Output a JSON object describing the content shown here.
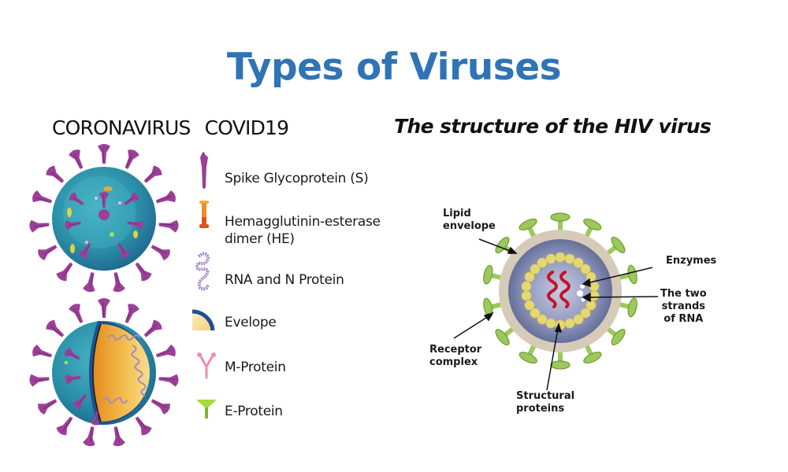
{
  "title": "Types of Viruses",
  "coronavirus": {
    "heading_left": "CORONAVIRUS",
    "heading_right": "COVID19",
    "legend": [
      {
        "icon": "spike-glycoprotein-icon",
        "label": "Spike Glycoprotein (S)"
      },
      {
        "icon": "hemagglutinin-esterase-icon",
        "label_line1": "Hemagglutinin-esterase",
        "label_line2": "dimer (HE)"
      },
      {
        "icon": "rna-n-protein-icon",
        "label": "RNA and N Protein"
      },
      {
        "icon": "envelope-icon",
        "label": "Evelope"
      },
      {
        "icon": "m-protein-icon",
        "label": "M-Protein"
      },
      {
        "icon": "e-protein-icon",
        "label": "E-Protein"
      }
    ],
    "colors": {
      "body": "#2a8fa8",
      "spike": "#9b3f98",
      "core": "#f0b445",
      "envelope": "#1f4f8f"
    }
  },
  "hiv": {
    "heading": "The structure of the HIV virus",
    "labels": {
      "lipid_line1": "Lipid",
      "lipid_line2": "envelope",
      "enzymes": "Enzymes",
      "rna_line1": "The two",
      "rna_line2": "strands",
      "rna_line3": "of RNA",
      "receptor_line1": "Receptor",
      "receptor_line2": "complex",
      "structural_line1": "Structural",
      "structural_line2": "proteins"
    },
    "colors": {
      "envelope": "#d6cbb8",
      "capsid": "#7680a8",
      "proteins": "#e6d870",
      "rna": "#c8102e",
      "receptor": "#9cc95a"
    }
  }
}
